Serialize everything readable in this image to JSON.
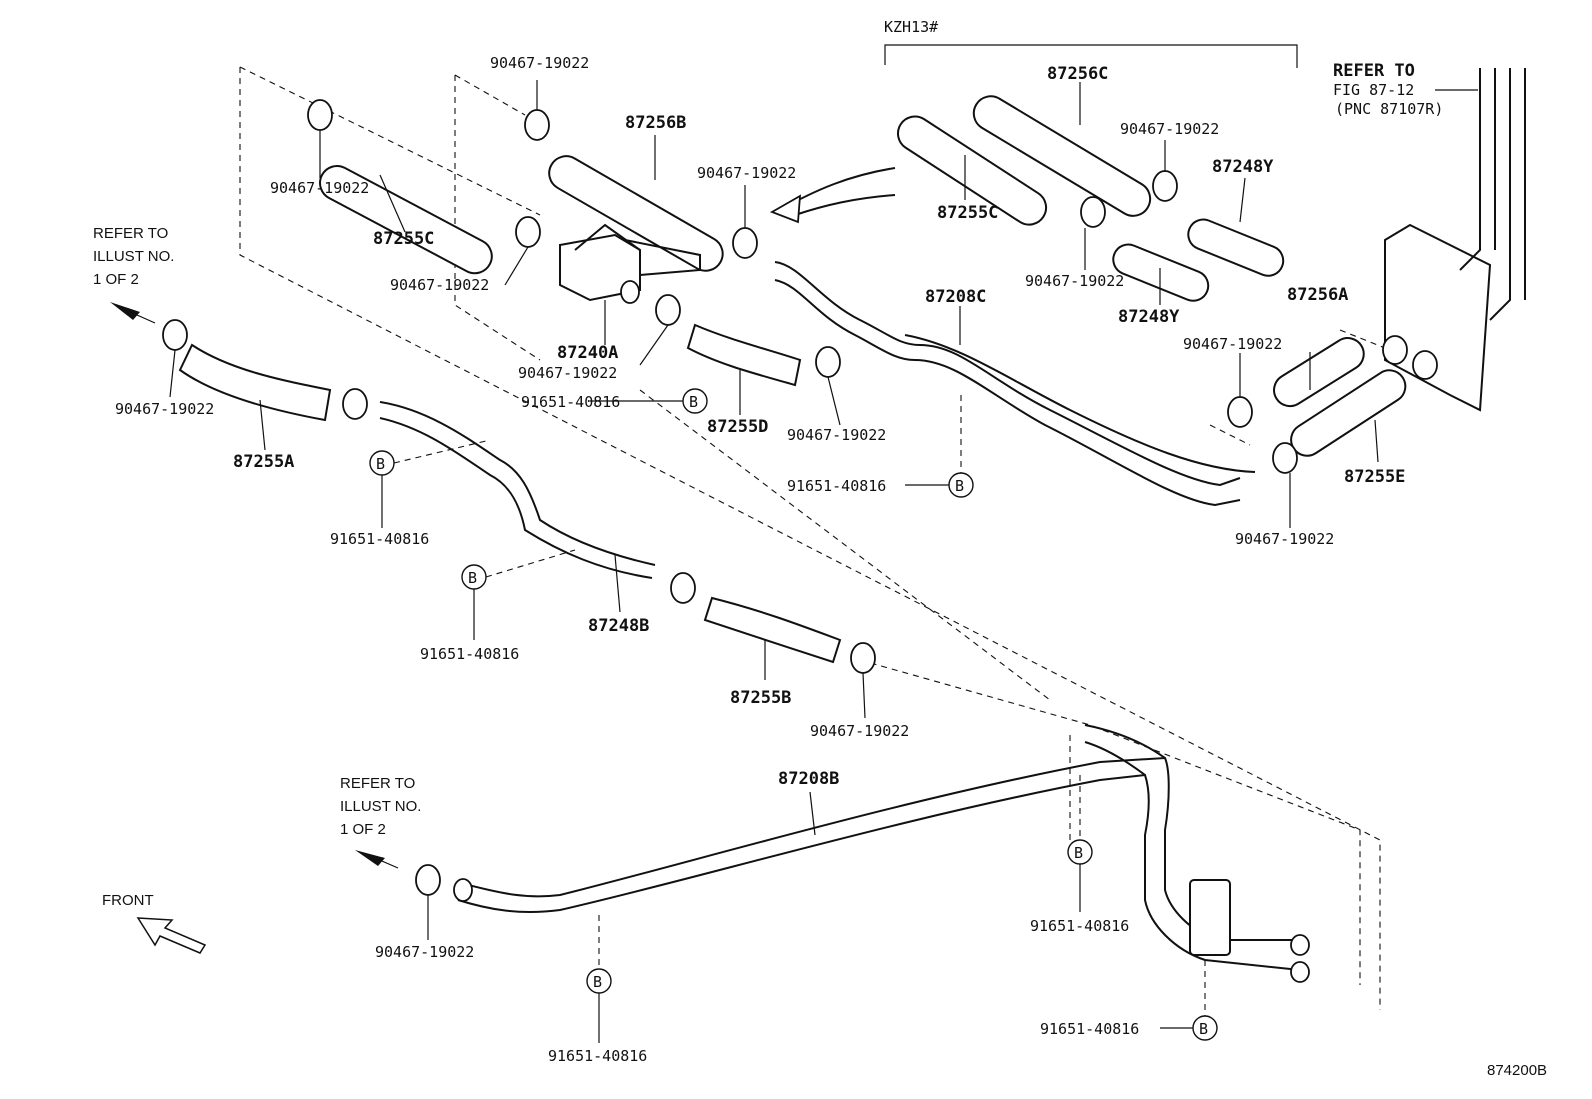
{
  "diagram": {
    "footer_code": "874200B",
    "variant_label": "KZH13#",
    "front_label": "FRONT",
    "refer_fig": [
      "REFER TO",
      "FIG 87-12",
      "(PNC 87107R)"
    ],
    "refer_illust": [
      "REFER TO",
      "ILLUST NO.",
      "1 OF 2"
    ],
    "bolt_marker": "B",
    "parts": {
      "clamp": "90467-19022",
      "bolt": "91651-40816",
      "hose_87255A": "87255A",
      "hose_87255B": "87255B",
      "hose_87255C": "87255C",
      "hose_87255D": "87255D",
      "hose_87255E": "87255E",
      "hose_87256A": "87256A",
      "hose_87256B": "87256B",
      "hose_87256C": "87256C",
      "pipe_87208B": "87208B",
      "pipe_87208C": "87208C",
      "pipe_87248B": "87248B",
      "pipe_87248Y": "87248Y",
      "valve_87240A": "87240A"
    }
  }
}
